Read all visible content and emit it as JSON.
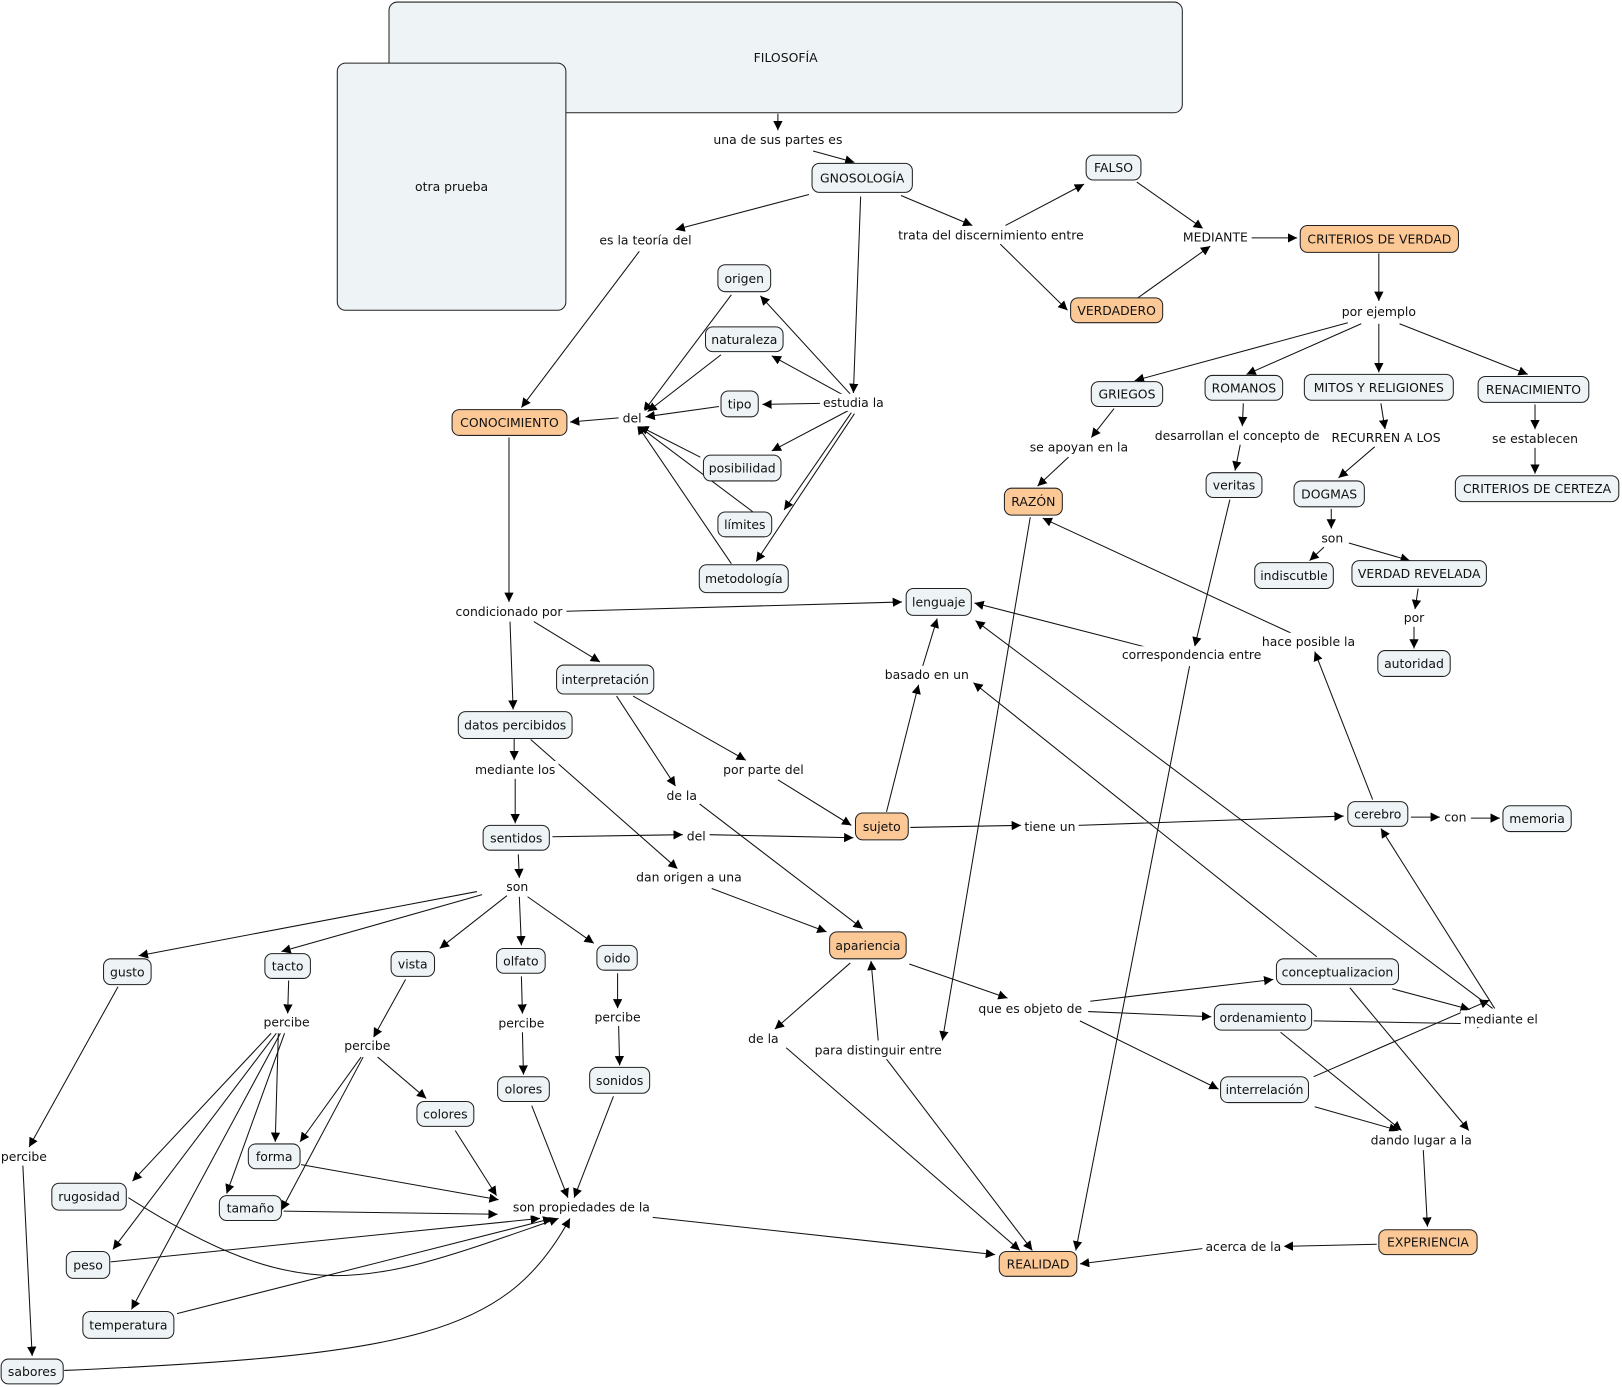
{
  "title": "FILOSOFÍA",
  "colors": {
    "concept_fill": "#eef3f5",
    "highlight_fill": "#fbc896",
    "stroke": "#222222"
  },
  "nodes": {
    "filosofia": "FILOSOFÍA",
    "otra_prueba": "otra prueba",
    "gnosologia": "GNOSOLOGÍA",
    "falso": "FALSO",
    "verdadero": "VERDADERO",
    "criterios_verdad": "CRITERIOS DE VERDAD",
    "griegos": "GRIEGOS",
    "romanos": "ROMANOS",
    "mitos": "MITOS Y RELIGIONES",
    "renacimiento": "RENACIMIENTO",
    "razon": "RAZÓN",
    "veritas": "veritas",
    "dogmas": "DOGMAS",
    "criterios_certeza": "CRITERIOS DE CERTEZA",
    "indiscutble": "indiscutble",
    "verdad_revelada": "VERDAD REVELADA",
    "autoridad": "autoridad",
    "conocimiento": "CONOCIMIENTO",
    "origen": "origen",
    "naturaleza": "naturaleza",
    "tipo": "tipo",
    "posibilidad": "posibilidad",
    "limites": "límites",
    "metodologia": "metodología",
    "lenguaje": "lenguaje",
    "interpretacion": "interpretación",
    "datos_percibidos": "datos percibidos",
    "sentidos": "sentidos",
    "sujeto": "sujeto",
    "cerebro": "cerebro",
    "memoria": "memoria",
    "apariencia": "apariencia",
    "conceptualizacion": "conceptualizacion",
    "ordenamiento": "ordenamiento",
    "interrelacion": "interrelación",
    "experiencia": "EXPERIENCIA",
    "realidad": "REALIDAD",
    "gusto": "gusto",
    "tacto": "tacto",
    "vista": "vista",
    "olfato": "olfato",
    "oido": "oido",
    "olores": "olores",
    "sonidos": "sonidos",
    "colores": "colores",
    "forma": "forma",
    "tamano": "tamaño",
    "rugosidad": "rugosidad",
    "peso": "peso",
    "temperatura": "temperatura",
    "sabores": "sabores"
  },
  "linking_phrases": {
    "una_de_sus_partes": "una de sus partes es",
    "es_la_teoria": "es la teoría del",
    "trata_del": "trata del discernimiento entre",
    "mediante": "MEDIANTE",
    "por_ejemplo": "por ejemplo",
    "se_apoyan": "se apoyan en la",
    "desarrollan": "desarrollan el concepto de",
    "recurren": "RECURREN A LOS",
    "se_establecen": "se establecen",
    "son_dogmas": "son",
    "por_autoridad": "por",
    "estudia_la": "estudia la",
    "del_conoc": "del",
    "condicionado": "condicionado por",
    "mediante_los": "mediante los",
    "por_parte": "por parte del",
    "de_la_interp": "de la",
    "del_sentidos": "del",
    "dan_origen": "dan origen a  una",
    "basado": "basado en un",
    "correspondencia": "correspondencia entre",
    "hace_posible": "hace posible la",
    "tiene_un": "tiene un",
    "con": "con",
    "son_sentidos": "son",
    "percibe_tacto": "percibe",
    "percibe_vista": "percibe",
    "percibe_olfato": "percibe",
    "percibe_oido": "percibe",
    "percibe_gusto": "percibe",
    "que_es_objeto": "que es objeto de",
    "de_la_apar": "de la",
    "para_distinguir": "para distinguir entre",
    "mediante_el": "mediante el",
    "dando_lugar": "dando lugar a la",
    "acerca_de": "acerca de la",
    "son_propiedades": "son propiedades de la"
  }
}
